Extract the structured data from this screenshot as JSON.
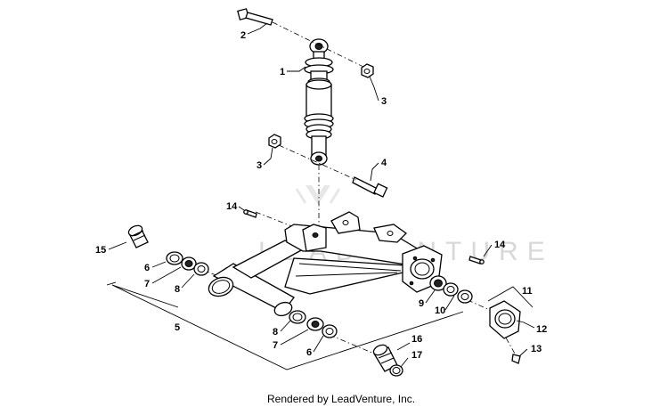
{
  "watermark_text": "LEADVENTURE",
  "credit": "Rendered by LeadVenture, Inc.",
  "callouts": [
    {
      "id": "c2",
      "label": "2"
    },
    {
      "id": "c1",
      "label": "1"
    },
    {
      "id": "c3a",
      "label": "3"
    },
    {
      "id": "c3b",
      "label": "3"
    },
    {
      "id": "c4",
      "label": "4"
    },
    {
      "id": "c14a",
      "label": "14"
    },
    {
      "id": "c14b",
      "label": "14"
    },
    {
      "id": "c15",
      "label": "15"
    },
    {
      "id": "c6a",
      "label": "6"
    },
    {
      "id": "c7a",
      "label": "7"
    },
    {
      "id": "c8a",
      "label": "8"
    },
    {
      "id": "c5",
      "label": "5"
    },
    {
      "id": "c8b",
      "label": "8"
    },
    {
      "id": "c7b",
      "label": "7"
    },
    {
      "id": "c6b",
      "label": "6"
    },
    {
      "id": "c9",
      "label": "9"
    },
    {
      "id": "c10",
      "label": "10"
    },
    {
      "id": "c11",
      "label": "11"
    },
    {
      "id": "c12",
      "label": "12"
    },
    {
      "id": "c13",
      "label": "13"
    },
    {
      "id": "c16",
      "label": "16"
    },
    {
      "id": "c17",
      "label": "17"
    }
  ]
}
